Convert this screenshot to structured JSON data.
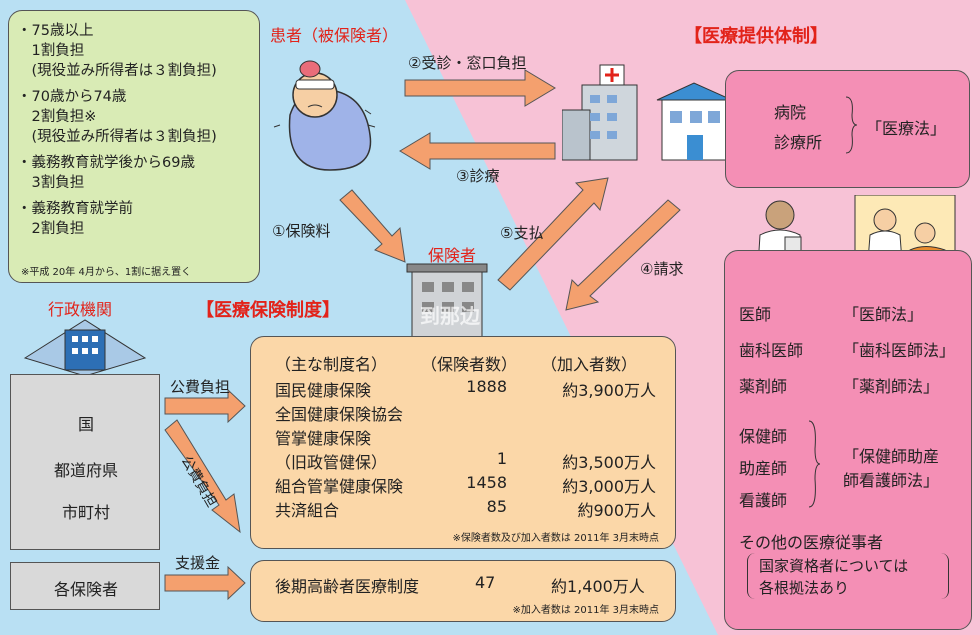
{
  "patient_box": {
    "items": [
      {
        "lines": [
          "・75歳以上",
          "　1割負担",
          "　(現役並み所得者は３割負担)"
        ]
      },
      {
        "lines": [
          "・70歳から74歳",
          "　2割負担※",
          "　(現役並み所得者は３割負担)"
        ]
      },
      {
        "lines": [
          "・義務教育就学後から69歳",
          "　3割負担"
        ]
      },
      {
        "lines": [
          "・義務教育就学前",
          "　2割負担"
        ]
      }
    ],
    "note": "※平成 20年 4月から、1割に据え置く"
  },
  "labels": {
    "patient": "患者（被保険者）",
    "medical_system": "【医療提供体制】",
    "insurer": "保険者",
    "admin": "行政機関",
    "insurance_system": "【医療保険制度】",
    "flow_visit": "②受診・窓口負担",
    "flow_treatment": "③診療",
    "flow_premium": "①保険料",
    "flow_payment": "⑤支払",
    "flow_claim": "④請求",
    "public_burden": "公費負担",
    "public_burden_diag": "公費負担",
    "support": "支援金",
    "watermark": "到那边"
  },
  "facilities": {
    "hospital": "病院",
    "clinic": "診療所",
    "law": "「医療法」"
  },
  "professionals": [
    {
      "name": "医師",
      "law": "「医師法」"
    },
    {
      "name": "歯科医師",
      "law": "「歯科医師法」"
    },
    {
      "name": "薬剤師",
      "law": "「薬剤師法」"
    }
  ],
  "nurses": {
    "names": [
      "保健師",
      "助産師",
      "看護師"
    ],
    "law_line1": "「保健師助産",
    "law_line2": "師看護師法」"
  },
  "others": {
    "title": "その他の医療従事者",
    "line1": "国家資格者については",
    "line2": "各根拠法あり"
  },
  "admin_units": [
    "国",
    "都道府県",
    "市町村"
  ],
  "other_insurers": "各保険者",
  "insurance_table": {
    "headers": [
      "（主な制度名）",
      "（保険者数）",
      "（加入者数）"
    ],
    "rows": [
      {
        "name": "国民健康保険",
        "count": "1888",
        "members": "約3,900万人"
      },
      {
        "name": "全国健康保険協会",
        "count": "",
        "members": ""
      },
      {
        "name": "管掌健康保険",
        "count": "",
        "members": ""
      },
      {
        "name": "（旧政管健保）",
        "count": "1",
        "members": "約3,500万人"
      },
      {
        "name": "組合管掌健康保険",
        "count": "1458",
        "members": "約3,000万人"
      },
      {
        "name": "共済組合",
        "count": "85",
        "members": "約900万人"
      }
    ],
    "note": "※保険者数及び加入者数は 2011年 3月末時点"
  },
  "elderly": {
    "name": "後期高齢者医療制度",
    "count": "47",
    "members": "約1,400万人",
    "note": "※加入者数は 2011年 3月末時点"
  },
  "colors": {
    "blue_bg": "#b9e0f3",
    "pink_bg": "#f7c2d6",
    "arrow": "#f4a06e",
    "title_red": "#e2231a"
  }
}
